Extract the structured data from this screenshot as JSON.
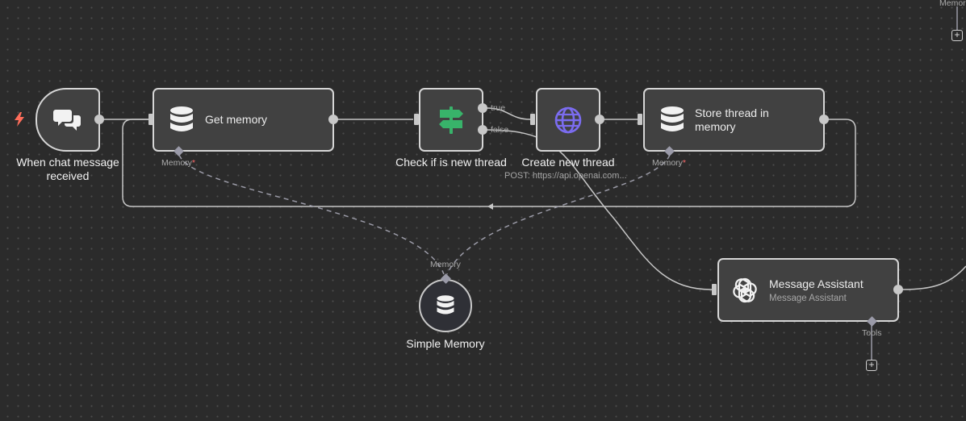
{
  "nodes": {
    "chat_trigger": {
      "title": "When chat message received",
      "icon": "chat-bubbles-icon"
    },
    "get_memory": {
      "title": "Get memory",
      "icon": "database-icon",
      "sub_label": "Memory",
      "required": "*"
    },
    "check_new_thread": {
      "title": "Check if is new thread",
      "icon": "signpost-icon",
      "branch_true": "true",
      "branch_false": "false"
    },
    "create_thread": {
      "title": "Create new thread",
      "subtitle": "POST: https://api.openai.com...",
      "icon": "globe-icon"
    },
    "store_thread": {
      "title": "Store thread in memory",
      "icon": "database-icon",
      "sub_label": "Memory",
      "required": "*"
    },
    "simple_memory": {
      "title": "Simple Memory",
      "icon": "database-icon",
      "sub_label": "Memory"
    },
    "message_assistant": {
      "title": "Message Assistant",
      "subtitle": "Message Assistant",
      "icon": "openai-icon",
      "sub_label": "Tools"
    }
  },
  "corner": {
    "label": "Memor"
  },
  "add_symbol": "+",
  "colors": {
    "canvas": "#2b2b2b",
    "node_bg": "#414141",
    "node_border": "#d6d6d6",
    "trigger_bolt": "#ff6d5a",
    "if_green": "#38b36a",
    "http_purple": "#7b6cf0"
  }
}
